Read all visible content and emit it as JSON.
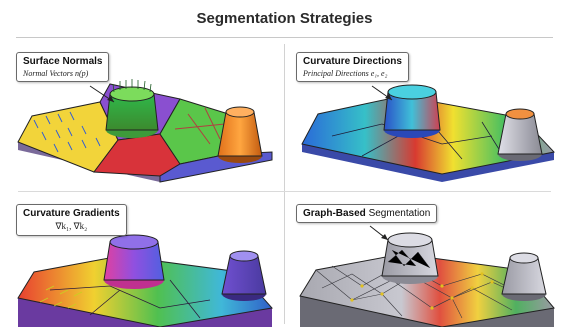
{
  "title": "Segmentation Strategies",
  "panels": [
    {
      "heading": "Surface Normals",
      "subtitle": "Normal Vectors n(p)"
    },
    {
      "heading": "Curvature Directions",
      "subtitle": "Principal Directions e₁, e₂"
    },
    {
      "heading": "Curvature Gradients",
      "subtitle": "∇k₁, ∇k₂"
    },
    {
      "heading_bold": "Graph-Based",
      "heading_rest": " Segmentation"
    }
  ]
}
